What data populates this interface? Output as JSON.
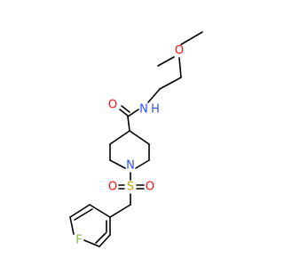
{
  "molecule": {
    "bond_color": "#000000",
    "atoms": [
      {
        "name": "atom-oxygen-ether",
        "label": "O",
        "color": "#ff0d0d"
      },
      {
        "name": "atom-nitrogen-amide",
        "label": "N",
        "color": "#3050f8"
      },
      {
        "name": "atom-hydrogen-amide",
        "label": "H",
        "color": "#3050f8"
      },
      {
        "name": "atom-oxygen-carbonyl",
        "label": "O",
        "color": "#ff0d0d"
      },
      {
        "name": "atom-nitrogen-piperidine",
        "label": "N",
        "color": "#3050f8"
      },
      {
        "name": "atom-sulfur",
        "label": "S",
        "color": "#b8a400"
      },
      {
        "name": "atom-oxygen-sulfonyl-left",
        "label": "O",
        "color": "#ff0d0d"
      },
      {
        "name": "atom-oxygen-sulfonyl-right",
        "label": "O",
        "color": "#ff0d0d"
      },
      {
        "name": "atom-fluorine",
        "label": "F",
        "color": "#7cc242"
      }
    ]
  }
}
